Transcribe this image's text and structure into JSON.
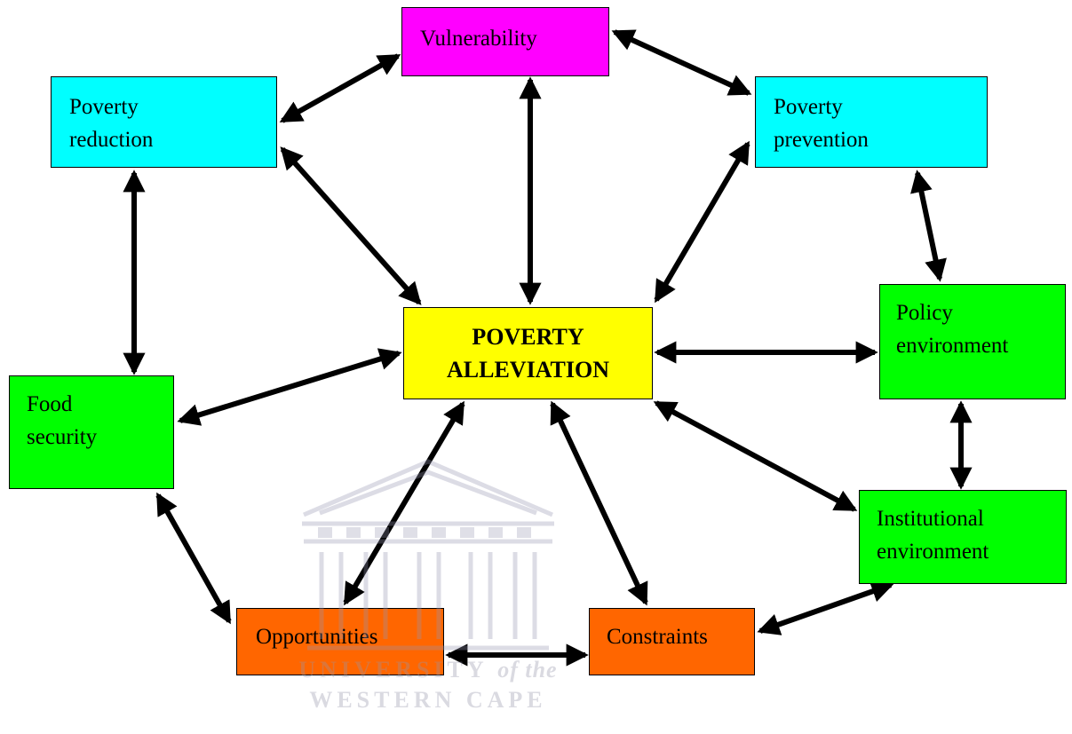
{
  "nodes": {
    "vulnerability": {
      "label": "Vulnerability",
      "fill": "#FF00FF"
    },
    "poverty_reduction": {
      "line1": "Poverty",
      "line2": "reduction",
      "fill": "#00FFFF"
    },
    "poverty_prevention": {
      "line1": "Poverty",
      "line2": "prevention",
      "fill": "#00FFFF"
    },
    "poverty_alleviation": {
      "line1": "POVERTY",
      "line2": "ALLEVIATION",
      "fill": "#FFFF00"
    },
    "policy_environment": {
      "line1": "Policy",
      "line2": "environment",
      "fill": "#00FF00"
    },
    "food_security": {
      "line1": "Food",
      "line2": "security",
      "fill": "#00FF00"
    },
    "institutional_environment": {
      "line1": "Institutional",
      "line2": "environment",
      "fill": "#00FF00"
    },
    "opportunities": {
      "label": "Opportunities",
      "fill": "#FF6600"
    },
    "constraints": {
      "label": "Constraints",
      "fill": "#FF6600"
    }
  },
  "connections": [
    {
      "from": "poverty_reduction",
      "to": "vulnerability",
      "type": "bidirectional"
    },
    {
      "from": "vulnerability",
      "to": "poverty_prevention",
      "type": "bidirectional"
    },
    {
      "from": "vulnerability",
      "to": "poverty_alleviation",
      "type": "bidirectional"
    },
    {
      "from": "poverty_reduction",
      "to": "poverty_alleviation",
      "type": "bidirectional"
    },
    {
      "from": "poverty_prevention",
      "to": "poverty_alleviation",
      "type": "bidirectional"
    },
    {
      "from": "poverty_reduction",
      "to": "food_security",
      "type": "bidirectional"
    },
    {
      "from": "poverty_prevention",
      "to": "policy_environment",
      "type": "bidirectional"
    },
    {
      "from": "poverty_alleviation",
      "to": "policy_environment",
      "type": "bidirectional"
    },
    {
      "from": "poverty_alleviation",
      "to": "food_security",
      "type": "bidirectional"
    },
    {
      "from": "policy_environment",
      "to": "institutional_environment",
      "type": "bidirectional"
    },
    {
      "from": "poverty_alleviation",
      "to": "institutional_environment",
      "type": "bidirectional"
    },
    {
      "from": "food_security",
      "to": "opportunities",
      "type": "bidirectional"
    },
    {
      "from": "poverty_alleviation",
      "to": "opportunities",
      "type": "bidirectional"
    },
    {
      "from": "poverty_alleviation",
      "to": "constraints",
      "type": "bidirectional"
    },
    {
      "from": "opportunities",
      "to": "constraints",
      "type": "bidirectional"
    },
    {
      "from": "constraints",
      "to": "institutional_environment",
      "type": "bidirectional"
    }
  ],
  "arrow_color": "#000000",
  "watermark": {
    "line1": "UNIVERSITY",
    "line1_suffix": "of the",
    "line2": "WESTERN CAPE",
    "color": "#9696AA"
  }
}
